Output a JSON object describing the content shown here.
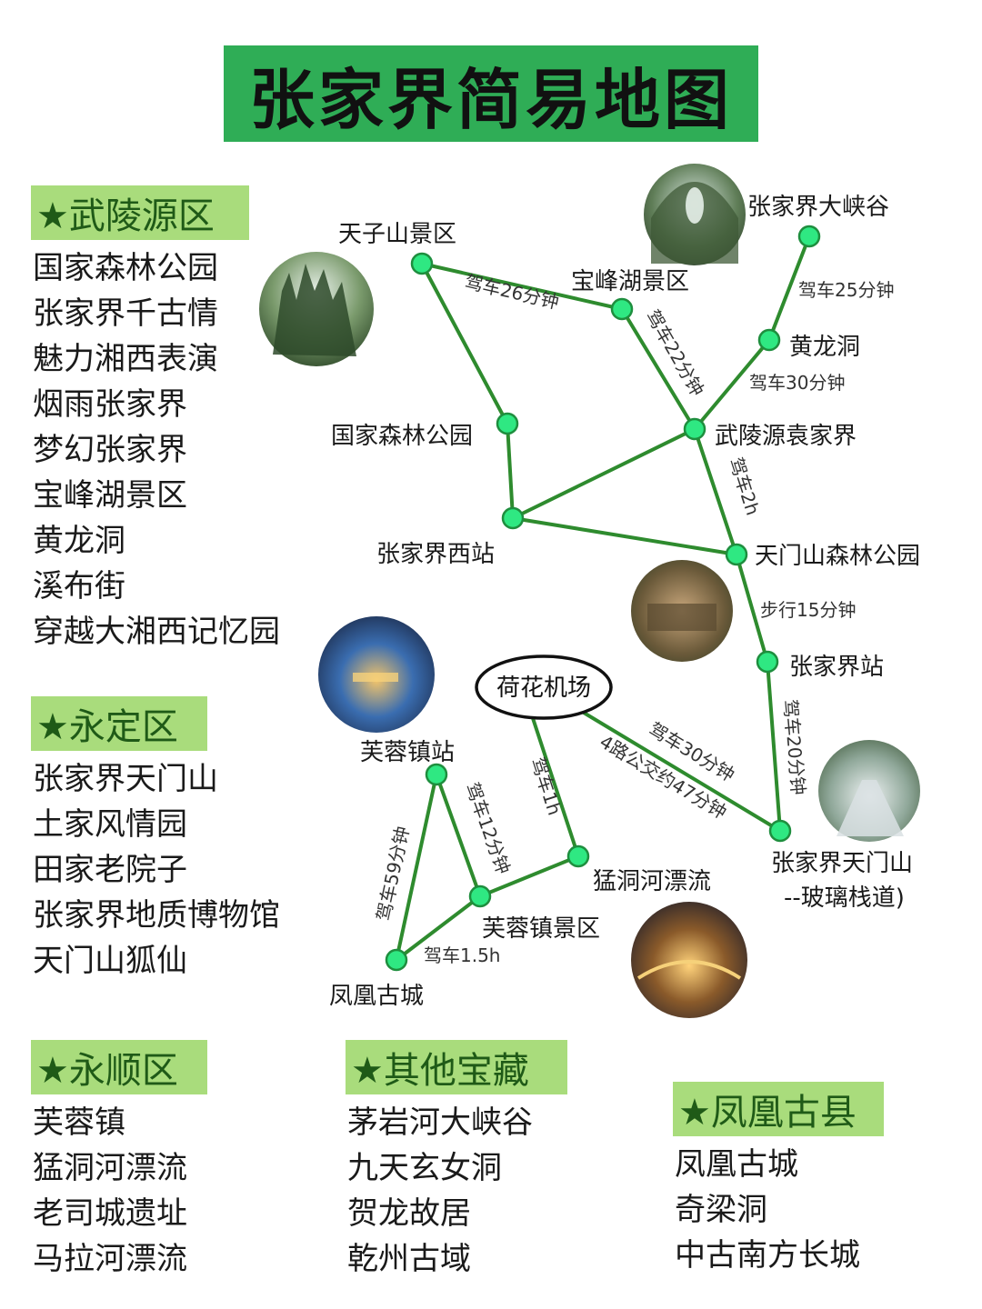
{
  "title": "张家界简易地图",
  "colors": {
    "title_bg": "#2fad56",
    "section_bg": "#a9dc7c",
    "section_text": "#1f5a17",
    "node_fill": "#2fe882",
    "route_line": "#2e8b2e"
  },
  "sections": [
    {
      "id": "wulingyuan",
      "title": "★武陵源区",
      "items": [
        "国家森林公园",
        "张家界千古情",
        "魅力湘西表演",
        "烟雨张家界",
        "梦幻张家界",
        "宝峰湖景区",
        "黄龙洞",
        "溪布街",
        "穿越大湘西记忆园"
      ]
    },
    {
      "id": "yongding",
      "title": "★永定区",
      "items": [
        "张家界天门山",
        "土家风情园",
        "田家老院子",
        "张家界地质博物馆",
        "天门山狐仙"
      ]
    },
    {
      "id": "yongshun",
      "title": "★永顺区",
      "items": [
        "芙蓉镇",
        "猛洞河漂流",
        "老司城遗址",
        "马拉河漂流"
      ]
    },
    {
      "id": "other",
      "title": "★其他宝藏",
      "items": [
        "茅岩河大峡谷",
        "九天玄女洞",
        "贺龙故居",
        "乾州古域"
      ]
    },
    {
      "id": "fenghuang",
      "title": "★凤凰古县",
      "items": [
        "凤凰古城",
        "奇梁洞",
        "中古南方长城"
      ]
    }
  ],
  "map": {
    "places": [
      {
        "id": "tianzishan",
        "name": "天子山景区"
      },
      {
        "id": "baofenghu",
        "name": "宝峰湖景区"
      },
      {
        "id": "daxiagu",
        "name": "张家界大峡谷"
      },
      {
        "id": "huanglongdong",
        "name": "黄龙洞"
      },
      {
        "id": "senlin",
        "name": "国家森林公园"
      },
      {
        "id": "wulingyuan_yuan",
        "name": "武陵源袁家界"
      },
      {
        "id": "xizhan",
        "name": "张家界西站"
      },
      {
        "id": "tianmen_senlin",
        "name": "天门山森林公园"
      },
      {
        "id": "zjj_zhan",
        "name": "张家界站"
      },
      {
        "id": "furong_zhan",
        "name": "芙蓉镇站"
      },
      {
        "id": "mengdonghe",
        "name": "猛洞河漂流"
      },
      {
        "id": "furong_jq",
        "name": "芙蓉镇景区"
      },
      {
        "id": "fenghuang",
        "name": "凤凰古城"
      },
      {
        "id": "tianmen_glass_1",
        "name": "张家界天门山"
      },
      {
        "id": "tianmen_glass_2",
        "name": "--玻璃栈道)"
      }
    ],
    "airport": "荷花机场",
    "routes": [
      {
        "id": "r1",
        "label": "驾车26分钟"
      },
      {
        "id": "r2",
        "label": "驾车22分钟"
      },
      {
        "id": "r3",
        "label": "驾车25分钟"
      },
      {
        "id": "r4",
        "label": "驾车30分钟"
      },
      {
        "id": "r5",
        "label": "驾车2h"
      },
      {
        "id": "r6",
        "label": "步行15分钟"
      },
      {
        "id": "r7",
        "label": "驾车20分钟"
      },
      {
        "id": "r8",
        "label": "驾车30分钟"
      },
      {
        "id": "r9",
        "label": "4路公交约47分钟"
      },
      {
        "id": "r10",
        "label": "驾车1h"
      },
      {
        "id": "r11",
        "label": "驾车12分钟"
      },
      {
        "id": "r12",
        "label": "驾车59分钟"
      },
      {
        "id": "r13",
        "label": "驾车1.5h"
      }
    ]
  }
}
